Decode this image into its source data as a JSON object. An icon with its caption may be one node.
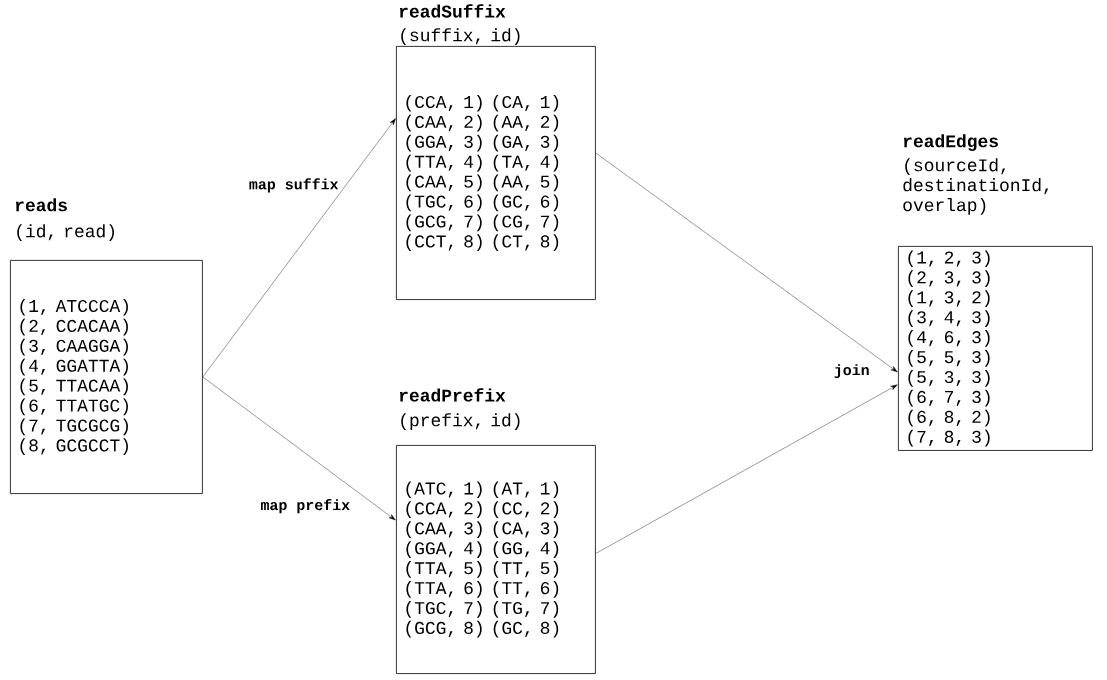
{
  "diagram": {
    "nodes": [
      {
        "text": [
          "reads",
          "(id, read)",
          "(1, ATCCCA)",
          "(2, CCACAA)",
          "(3, CAAGGA)",
          "(4, GGATTA)",
          "(5, TTACAA)",
          "(6, TTATGC)",
          "(7, TGCGCG)",
          "(8, GCGCCT)"
        ]
      },
      {
        "text": [
          "readSuffix",
          "(suffix, id)",
          "(CCA, 1) (CA, 1)",
          "(CAA, 2) (AA, 2)",
          "(GGA, 3) (GA, 3)",
          "(TTA, 4) (TA, 4)",
          "(CAA, 5) (AA, 5)",
          "(TGC, 6) (GC, 6)",
          "(GCG, 7) (CG, 7)",
          "(CCT, 8) (CT, 8)"
        ]
      },
      {
        "text": [
          "readPrefix",
          "(prefix, id)",
          "(ATC, 1) (AT, 1)",
          "(CCA, 2) (CC, 2)",
          "(CAA, 3) (CA, 3)",
          "(GGA, 4) (GG, 4)",
          "(TTA, 5) (TT, 5)",
          "(TTA, 6) (TT, 6)",
          "(TGC, 7) (TG, 7)",
          "(GCG, 8) (GC, 8)"
        ]
      },
      {
        "text": [
          "readEdges",
          "(sourceId, destinationId, overlap)",
          "(1, 2, 3)",
          "(2, 3, 3)",
          "(1, 3, 2)",
          "(3, 4, 3)",
          "(4, 6, 3)",
          "(5, 5, 3)",
          "(5, 3, 3)",
          "(6, 7, 3)",
          "(6, 8, 2)",
          "(7, 8, 3)"
        ]
      }
    ],
    "edges": [
      {
        "from": 0,
        "to": 1,
        "arrow": "to",
        "label": "map suffix"
      },
      {
        "from": 0,
        "to": 2,
        "arrow": "to",
        "label": "map prefix"
      },
      {
        "from": 1,
        "to": 3,
        "arrow": "to",
        "label": "join"
      },
      {
        "from": 2,
        "to": 3,
        "arrow": "to"
      }
    ]
  }
}
